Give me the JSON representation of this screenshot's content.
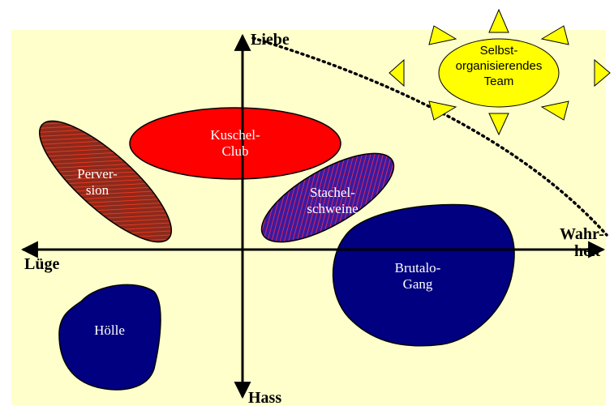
{
  "axes": {
    "top": "Liebe",
    "bottom": "Hass",
    "left": "Lüge",
    "right_line1": "Wahr-",
    "right_line2": "heit"
  },
  "regions": {
    "kuschel": {
      "line1": "Kuschel-",
      "line2": "Club",
      "color": "#ff0000"
    },
    "perversion": {
      "line1": "Perver-",
      "line2": "sion",
      "color": "#8b2a1c"
    },
    "stachel": {
      "line1": "Stachel-",
      "line2": "schweine",
      "color": "#5a2a8a"
    },
    "brutalo": {
      "line1": "Brutalo-",
      "line2": "Gang",
      "color": "#000080"
    },
    "hoelle": {
      "line1": "Hölle",
      "color": "#000080"
    }
  },
  "sun": {
    "line1": "Selbst-",
    "line2": "organisierendes",
    "line3": "Team",
    "color": "#ffff00"
  },
  "colors": {
    "background": "#ffffcc",
    "axis": "#000000"
  }
}
